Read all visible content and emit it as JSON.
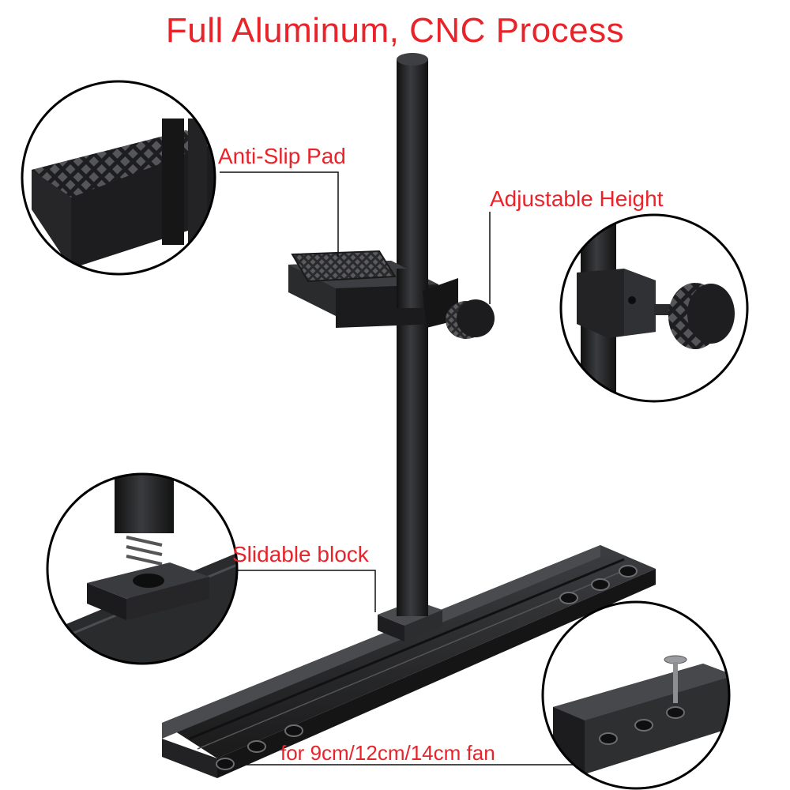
{
  "title": "Full Aluminum, CNC Process",
  "callouts": {
    "anti_slip_pad": "Anti-Slip Pad",
    "adjustable_height": "Adjustable Height",
    "slidable_block": "Slidable block",
    "fan_sizes": "for 9cm/12cm/14cm fan"
  },
  "colors": {
    "accent_text": "#e8232a",
    "metal_dark": "#1c1c1e",
    "metal_mid": "#2e2f31",
    "metal_light": "#4a4b4e"
  }
}
